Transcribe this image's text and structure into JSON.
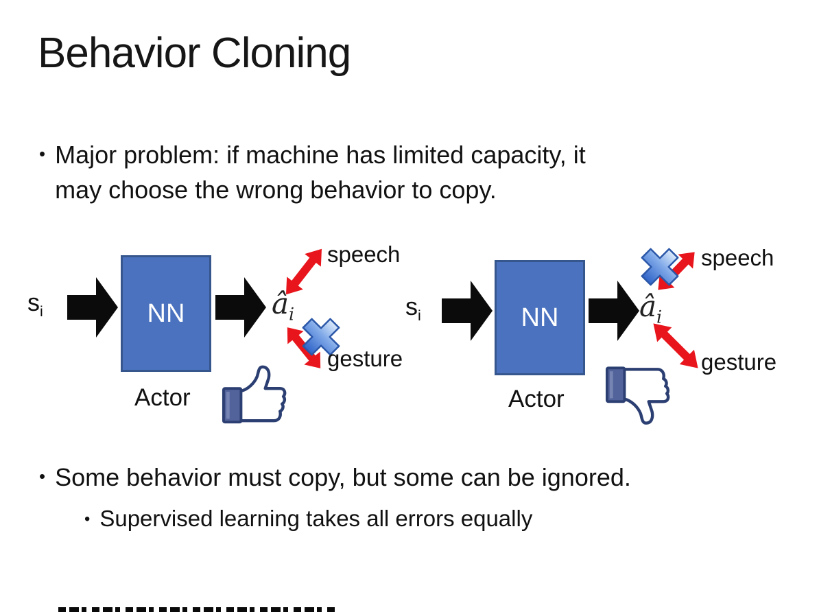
{
  "slide": {
    "title": "Behavior Cloning",
    "bullet_char": "•",
    "bullets": {
      "major_problem": "Major problem: if machine has limited capacity, it\nmay choose the wrong behavior to copy.",
      "some_behavior": "Some behavior must copy, but some can be ignored.",
      "supervised": "Supervised learning takes all errors equally"
    },
    "diagrams": [
      {
        "input_label": "s",
        "input_sub": "i",
        "box_label": "NN",
        "box_caption": "Actor",
        "output_label": "â",
        "output_sub": "i",
        "outputs": [
          {
            "label": "speech",
            "crossed_out": false
          },
          {
            "label": "gesture",
            "crossed_out": true
          }
        ],
        "feedback_icon": "thumbs-up"
      },
      {
        "input_label": "s",
        "input_sub": "i",
        "box_label": "NN",
        "box_caption": "Actor",
        "output_label": "â",
        "output_sub": "i",
        "outputs": [
          {
            "label": "speech",
            "crossed_out": true
          },
          {
            "label": "gesture",
            "crossed_out": false
          }
        ],
        "feedback_icon": "thumbs-down"
      }
    ],
    "colors": {
      "nn_box_fill": "#4a72bf",
      "nn_box_border": "#36568e",
      "flow_arrow": "#0b0b0b",
      "relation_arrow": "#e8161c",
      "cross_blue": "#3c6fd0",
      "thumb_outline": "#2c3f72",
      "thumb_sleeve": "#52639b"
    }
  }
}
